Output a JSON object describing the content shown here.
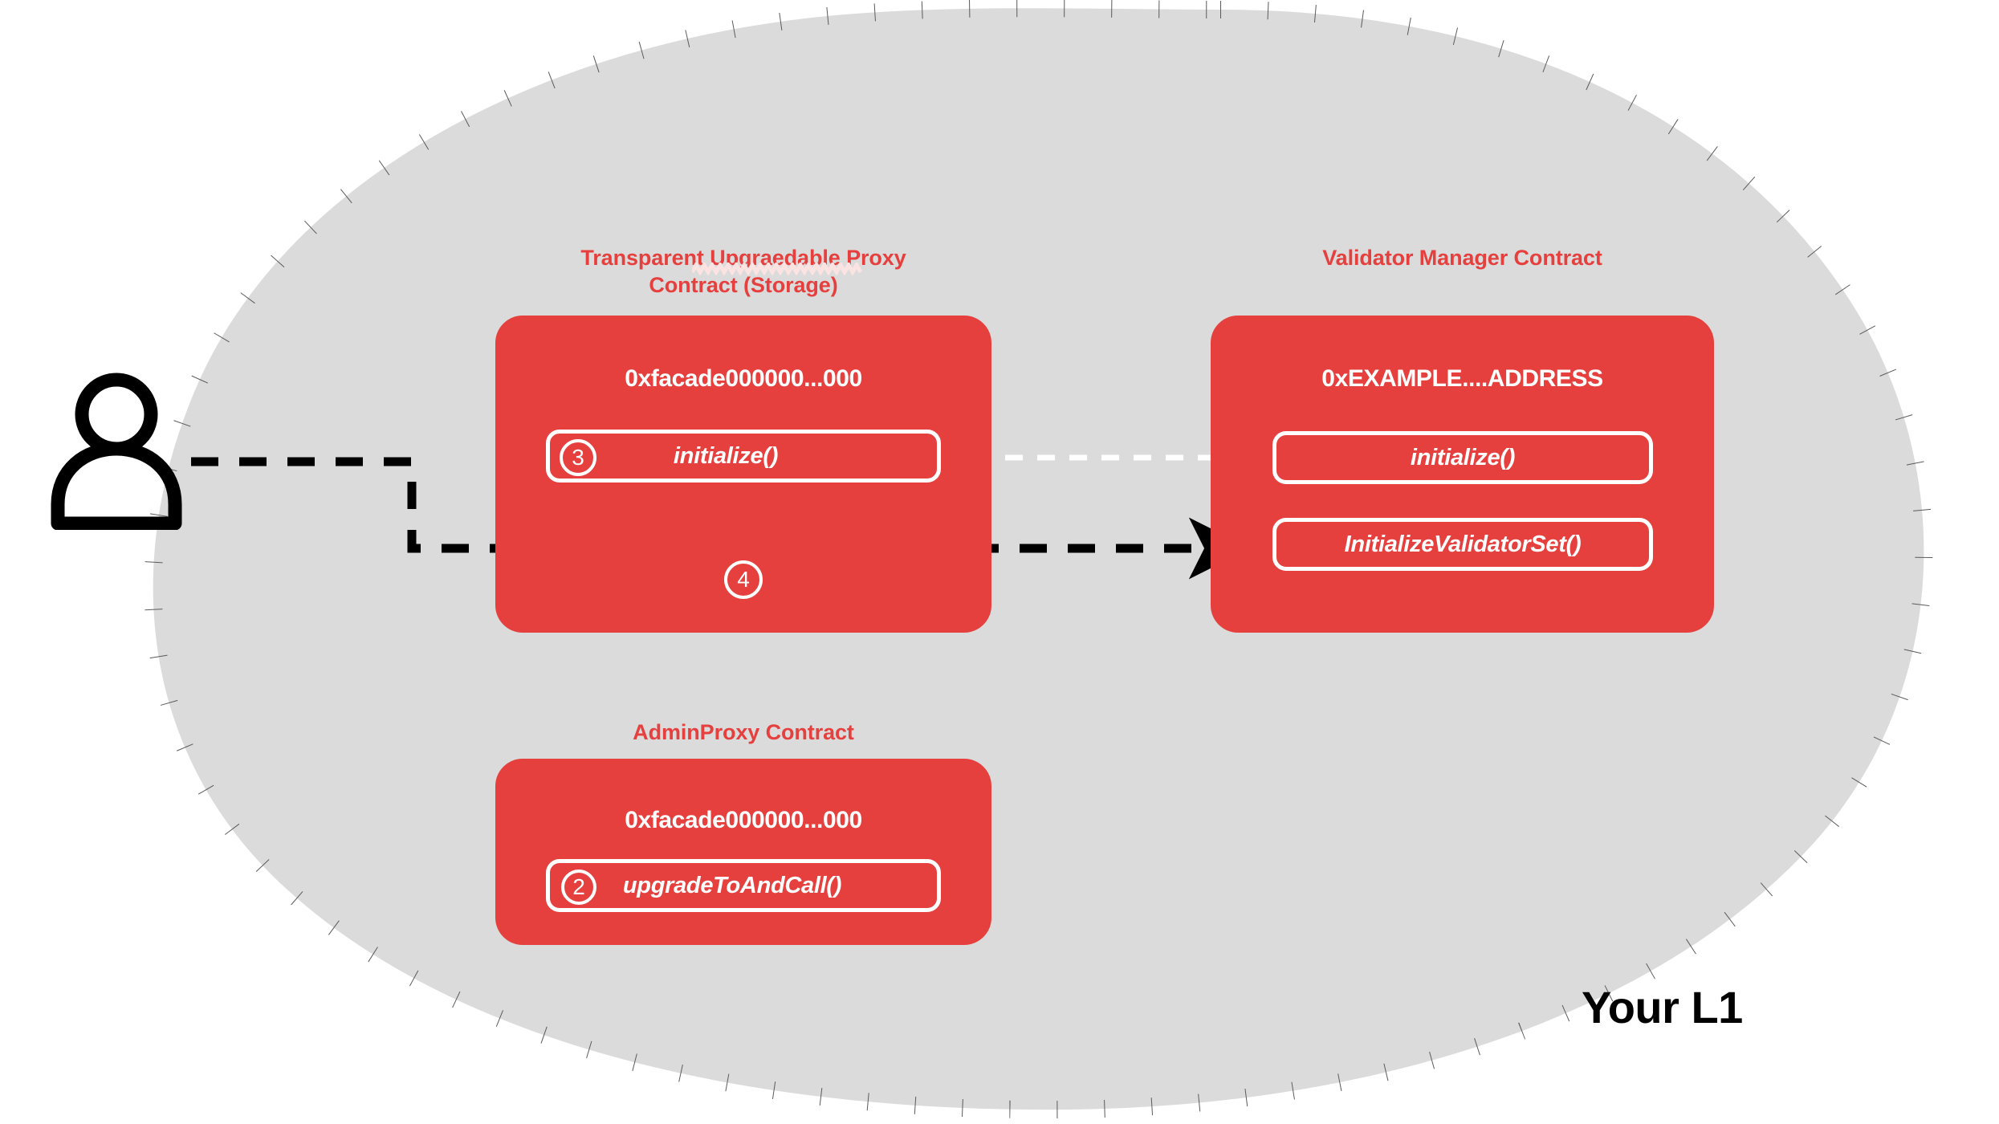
{
  "diagram": {
    "region_label": "Your L1",
    "actor": {
      "name": "user-actor"
    },
    "colors": {
      "contract_red": "#E5403E",
      "region_fill": "#DBDBDB",
      "region_border": "#5A5A5A",
      "text_white": "#FFFFFF",
      "text_black": "#000000"
    },
    "contracts": [
      {
        "id": "proxy",
        "title": "Transparent Upgraedable Proxy Contract (Storage)",
        "title_line1": "Transparent Upgraedable Proxy",
        "title_line2": "Contract (Storage)",
        "misspelled_word": "Upgraedable",
        "address": "0xfacade000000...000",
        "functions": [
          {
            "step": "3",
            "label": "initialize()"
          }
        ],
        "passthrough_step": "4"
      },
      {
        "id": "validator-manager",
        "title": "Validator Manager Contract",
        "address": "0xEXAMPLE....ADDRESS",
        "functions": [
          {
            "step": "",
            "label": "initialize()"
          },
          {
            "step": "",
            "label": "InitializeValidatorSet()"
          }
        ]
      },
      {
        "id": "admin-proxy",
        "title": "AdminProxy  Contract",
        "address": "0xfacade000000...000",
        "functions": [
          {
            "step": "2",
            "label": "upgradeToAndCall()"
          }
        ]
      }
    ],
    "connections": [
      {
        "id": "user-to-proxy",
        "style": "dashed",
        "color": "#000000",
        "from": "user-actor",
        "to": "InitializeValidatorSet()"
      },
      {
        "id": "proxy-initialize-to-vm-initialize",
        "style": "dashed",
        "color": "#FFFFFF",
        "from": "initialize()",
        "to": "initialize()"
      }
    ]
  }
}
